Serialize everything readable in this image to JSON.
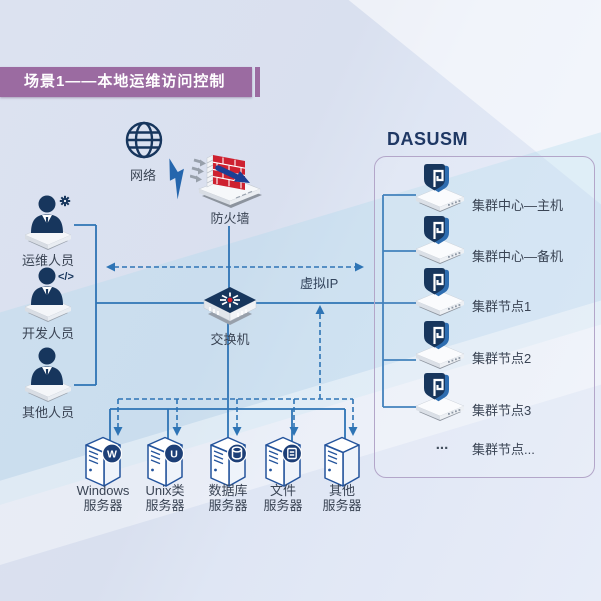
{
  "colors": {
    "accent_navy": "#17365d",
    "line_blue": "#2e74b5",
    "banner_purple": "#9b6ba1",
    "brick_red": "#ce2130",
    "title_blue": "#1f3864"
  },
  "banner": {
    "title": "场景1——本地运维访问控制"
  },
  "network": {
    "label": "网络"
  },
  "firewall": {
    "label": "防火墙"
  },
  "switchbox": {
    "label": "交换机"
  },
  "virtual_ip": {
    "label": "虚拟IP"
  },
  "users": [
    {
      "label": "运维人员",
      "badge_icon": "gear-icon"
    },
    {
      "label": "开发人员",
      "badge_text": "</>"
    },
    {
      "label": "其他人员"
    }
  ],
  "cluster": {
    "title": "DASUSM",
    "nodes": [
      {
        "label": "集群中心—主机"
      },
      {
        "label": "集群中心—备机"
      },
      {
        "label": "集群节点1"
      },
      {
        "label": "集群节点2"
      },
      {
        "label": "集群节点3"
      }
    ],
    "ellipsis": "...",
    "more_label": "集群节点..."
  },
  "servers": [
    {
      "line1": "Windows",
      "line2": "服务器",
      "badge_letter": "W"
    },
    {
      "line1": "Unix类",
      "line2": "服务器",
      "badge_letter": "U"
    },
    {
      "line1": "数据库",
      "line2": "服务器",
      "badge_icon": "database-icon"
    },
    {
      "line1": "文件",
      "line2": "服务器",
      "badge_icon": "disk-icon"
    },
    {
      "line1": "其他",
      "line2": "服务器"
    }
  ]
}
